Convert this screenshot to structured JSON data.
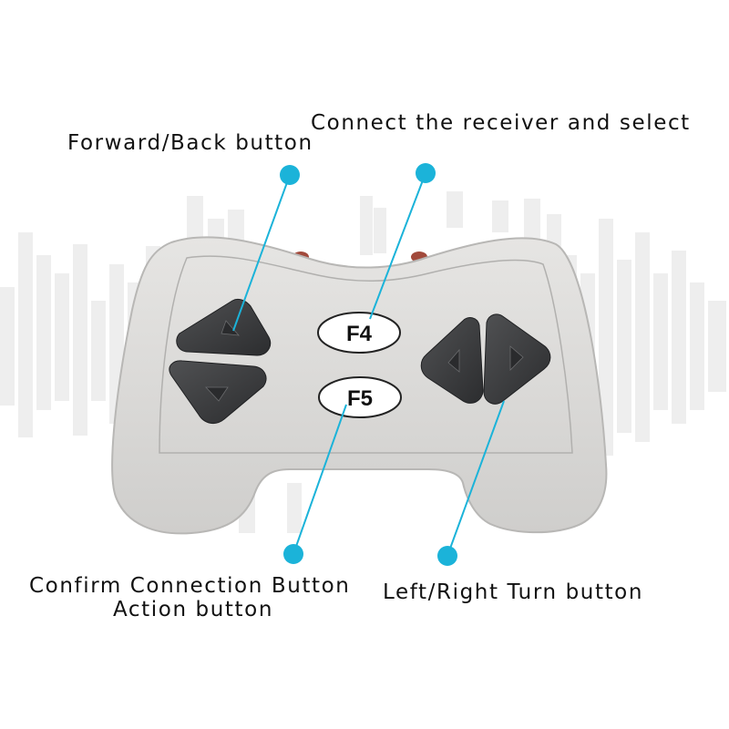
{
  "callouts": {
    "forward_back": "Forward/Back button",
    "connect_select": "Connect the receiver and select",
    "confirm_connection": "Confirm Connection Button",
    "action": "Action button",
    "left_right_turn": "Left/Right Turn button"
  },
  "buttons": {
    "f4_label": "F4",
    "f5_label": "F5"
  },
  "colors": {
    "callout_accent": "#1bb3d9",
    "controller_body": "#d9d8d6",
    "dpad_button": "#3b3c3e",
    "background_bars": "#eeeeee"
  }
}
